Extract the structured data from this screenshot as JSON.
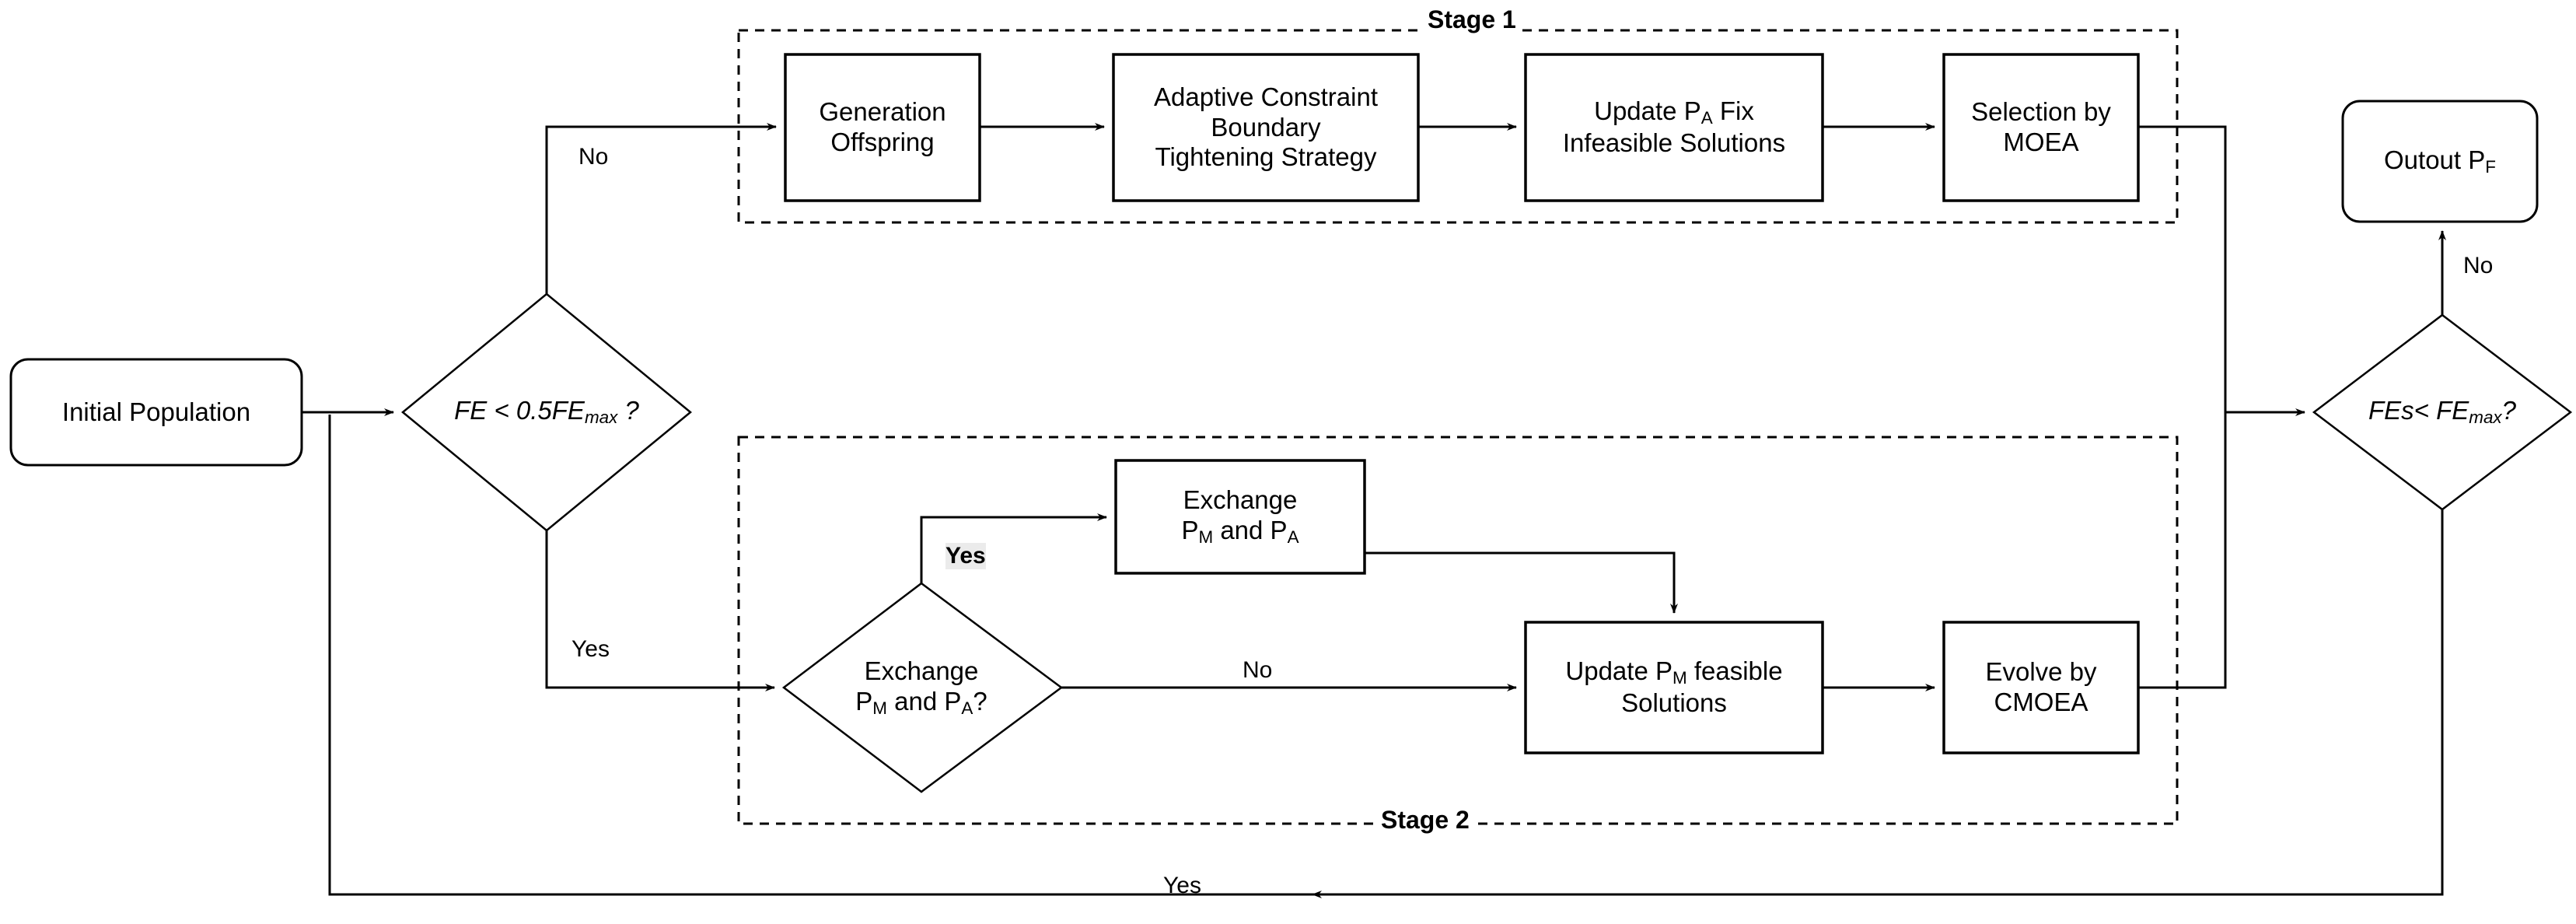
{
  "diagram": {
    "title": "Two-stage constrained multi-objective evolutionary algorithm flowchart",
    "background_color": "#ffffff",
    "line_color": "#000000",
    "highlight_color": "#ebebeb"
  },
  "stages": {
    "stage1": {
      "label": "Stage 1"
    },
    "stage2": {
      "label": "Stage 2"
    }
  },
  "nodes": {
    "initial_population": {
      "label": "Initial Population",
      "shape": "rounded-rectangle"
    },
    "decision_fe_half": {
      "label_html": "FE &lt; 0.5FE<sub>max</sub> ?",
      "label": "FE < 0.5FEmax ?",
      "shape": "diamond",
      "style": "italic"
    },
    "generation_offspring": {
      "label": "Generation\nOffspring",
      "line1": "Generation",
      "line2": "Offspring",
      "shape": "rectangle"
    },
    "adaptive_constraint": {
      "line1": "Adaptive Constraint",
      "line2": "Boundary",
      "line3": "Tightening Strategy",
      "shape": "rectangle"
    },
    "update_pa": {
      "label_html": "Update P<sub>A</sub> Fix<br>Infeasible Solutions",
      "line1": "Update PA Fix",
      "line2": "Infeasible Solutions",
      "shape": "rectangle"
    },
    "selection_moea": {
      "line1": "Selection by",
      "line2": "MOEA",
      "shape": "rectangle"
    },
    "decision_exchange": {
      "label_html": "Exchange<br>P<sub>M</sub> and P<sub>A</sub>?",
      "line1": "Exchange",
      "line2": "PM and PA?",
      "shape": "diamond"
    },
    "exchange_pm_pa": {
      "label_html": "Exchange<br>P<sub>M</sub> and P<sub>A</sub>",
      "line1": "Exchange",
      "line2": "PM and PA",
      "shape": "rectangle"
    },
    "update_pm": {
      "label_html": "Update P<sub>M</sub> feasible<br>Solutions",
      "line1": "Update PM feasible",
      "line2": "Solutions",
      "shape": "rectangle"
    },
    "evolve_cmoea": {
      "line1": "Evolve by",
      "line2": "CMOEA",
      "shape": "rectangle"
    },
    "decision_fes_max": {
      "label_html": "FEs&lt; FE<sub>max</sub>?",
      "label": "FEs< FEmax?",
      "shape": "diamond",
      "style": "italic"
    },
    "output_pf": {
      "label_html": "Outout P<sub>F</sub>",
      "label": "Outout PF",
      "shape": "rounded-rectangle"
    }
  },
  "edge_labels": {
    "no_top": "No",
    "yes_left": "Yes",
    "yes_exchange": "Yes",
    "no_exchange": "No",
    "no_output": "No",
    "yes_loopback": "Yes"
  }
}
